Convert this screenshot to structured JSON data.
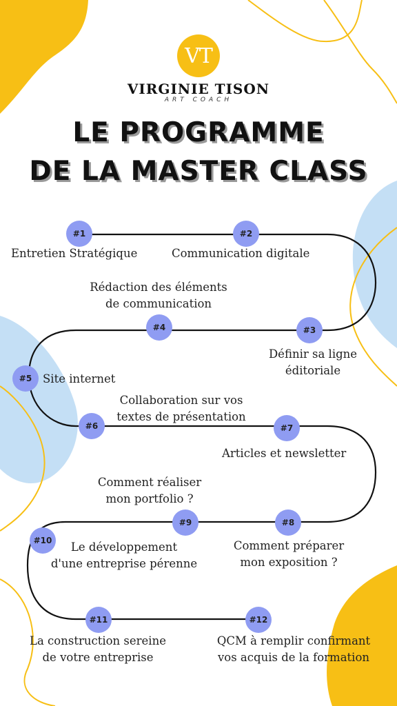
{
  "brand": {
    "monogram": "VT",
    "name": "VIRGINIE TISON",
    "subtitle": "ART COACH",
    "colors": {
      "yellow": "#f7bf15",
      "blue": "#c4dff5",
      "node": "#8f9cf2"
    }
  },
  "title": {
    "line1": "LE PROGRAMME",
    "line2": "DE LA MASTER CLASS"
  },
  "steps": [
    {
      "number": "#1",
      "label": "Entretien Stratégique"
    },
    {
      "number": "#2",
      "label": "Communication digitale"
    },
    {
      "number": "#3",
      "label_line1": "Définir sa ligne",
      "label_line2": "éditoriale"
    },
    {
      "number": "#4",
      "label_line1": "Rédaction des éléments",
      "label_line2": "de communication"
    },
    {
      "number": "#5",
      "label": "Site internet"
    },
    {
      "number": "#6",
      "label_line1": "Collaboration sur vos",
      "label_line2": "textes de présentation"
    },
    {
      "number": "#7",
      "label": "Articles et newsletter"
    },
    {
      "number": "#8",
      "label_line1": "Comment préparer",
      "label_line2": "mon exposition ?"
    },
    {
      "number": "#9",
      "label_line1": "Comment réaliser",
      "label_line2": "mon portfolio ?"
    },
    {
      "number": "#10",
      "label_line1": "Le développement",
      "label_line2": "d'une entreprise pérenne"
    },
    {
      "number": "#11",
      "label_line1": "La construction sereine",
      "label_line2": "de votre entreprise"
    },
    {
      "number": "#12",
      "label_line1": "QCM à remplir confirmant",
      "label_line2": "vos acquis de la formation"
    }
  ]
}
